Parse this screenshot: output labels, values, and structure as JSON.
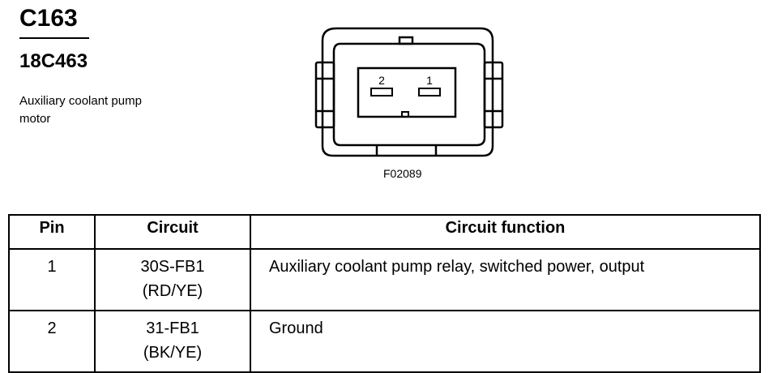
{
  "header": {
    "connector_id": "C163",
    "component_code": "18C463",
    "component_desc": "Auxiliary coolant pump motor"
  },
  "drawing": {
    "pin_labels": [
      "2",
      "1"
    ],
    "figure_id": "F02089"
  },
  "table": {
    "columns": [
      "Pin",
      "Circuit",
      "Circuit function"
    ],
    "rows": [
      {
        "pin": "1",
        "circuit_code": "30S-FB1",
        "circuit_color": "(RD/YE)",
        "function": "Auxiliary coolant pump relay, switched power, output"
      },
      {
        "pin": "2",
        "circuit_code": "31-FB1",
        "circuit_color": "(BK/YE)",
        "function": "Ground"
      }
    ]
  }
}
